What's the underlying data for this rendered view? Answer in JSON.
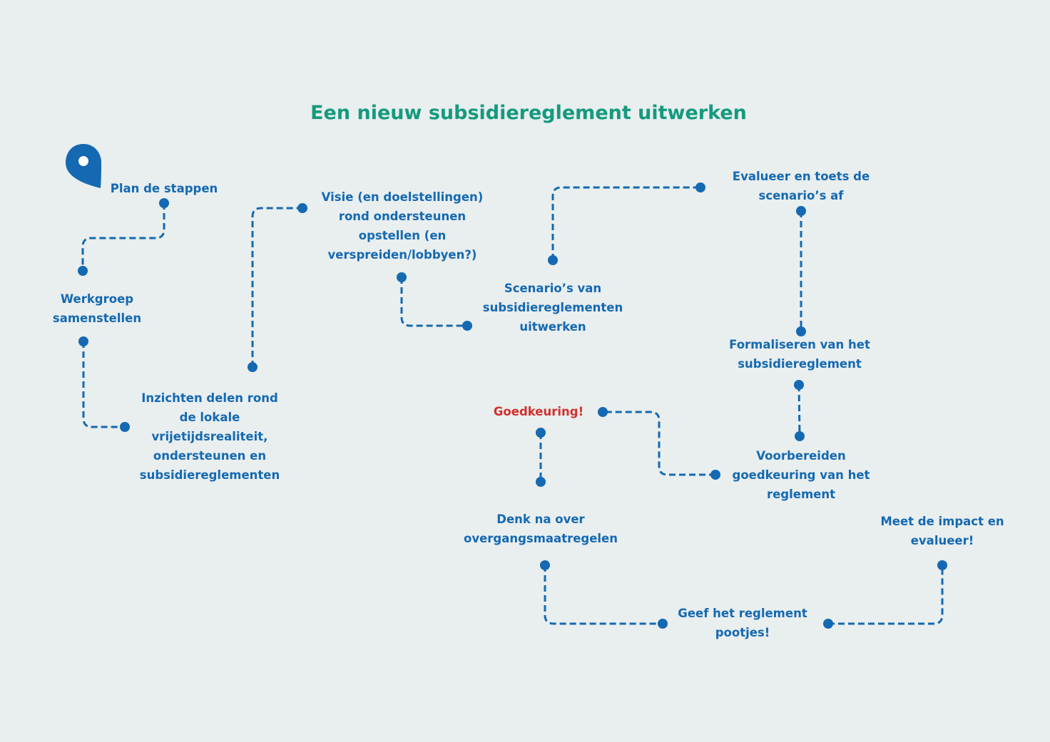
{
  "title": "Een nieuw subsidiereglement uitwerken",
  "colors": {
    "background": "#e9eeee",
    "title": "#159a7e",
    "steps": "#1469b2",
    "highlight": "#d0312d"
  },
  "icons": {
    "start": "map-pin-icon"
  },
  "steps": [
    {
      "id": "plan",
      "lines": [
        "Plan de stappen"
      ]
    },
    {
      "id": "werkgroep",
      "lines": [
        "Werkgroep",
        "samenstellen"
      ]
    },
    {
      "id": "inzichten",
      "lines": [
        "Inzichten delen rond",
        "de lokale",
        "vrijetijdsrealiteit,",
        "ondersteunen en",
        "subsidiereglementen"
      ]
    },
    {
      "id": "visie",
      "lines": [
        "Visie (en doelstellingen)",
        "rond ondersteunen",
        "opstellen (en",
        "verspreiden/lobbyen?)"
      ]
    },
    {
      "id": "scenarios",
      "lines": [
        "Scenario’s van",
        "subsidiereglementen",
        "uitwerken"
      ]
    },
    {
      "id": "evalueer",
      "lines": [
        "Evalueer en toets de",
        "scenario’s af"
      ]
    },
    {
      "id": "formaliseren",
      "lines": [
        "Formaliseren van het",
        "subsidiereglement"
      ]
    },
    {
      "id": "voorbereiden",
      "lines": [
        "Voorbereiden",
        "goedkeuring van het",
        "reglement"
      ]
    },
    {
      "id": "goedkeuring",
      "lines": [
        "Goedkeuring!"
      ],
      "highlight": true
    },
    {
      "id": "denk",
      "lines": [
        "Denk na over",
        "overgangsmaatregelen"
      ]
    },
    {
      "id": "geef",
      "lines": [
        "Geef het reglement",
        "pootjes!"
      ]
    },
    {
      "id": "meet",
      "lines": [
        "Meet de impact en",
        "evalueer!"
      ]
    }
  ]
}
